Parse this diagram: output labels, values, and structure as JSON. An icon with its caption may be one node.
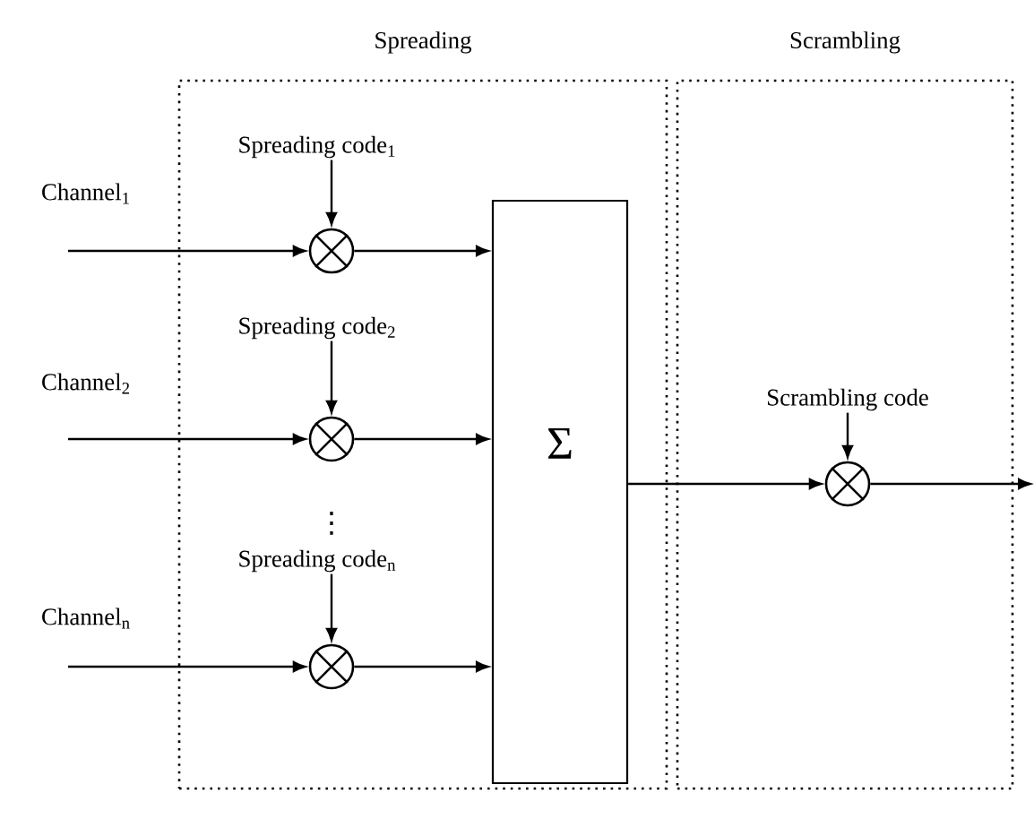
{
  "diagram": {
    "nodes": [
      {
        "text": [
          "Spreading"
        ]
      },
      {
        "text": [
          "Scrambling"
        ]
      },
      {
        "text": [
          "Spreading code$_{1}$"
        ],
        "in": 0
      },
      {
        "text": [
          "Channel$_{1}$"
        ]
      },
      {
        "text": [],
        "shape": "circle",
        "in": 0
      },
      {
        "text": [
          "Spreading code$_{2}$"
        ],
        "in": 0
      },
      {
        "text": [
          "Channel$_{2}$"
        ]
      },
      {
        "text": [],
        "shape": "circle",
        "in": 0
      },
      {
        "text": [
          "Spreading code$_{n}$"
        ],
        "in": 0
      },
      {
        "text": [
          "Channel$_{n}$"
        ]
      },
      {
        "text": [],
        "shape": "circle",
        "in": 0
      },
      {
        "text": [
          "Σ"
        ],
        "in": 0
      },
      {
        "text": [
          "Scrambling code"
        ],
        "in": 1
      },
      {
        "text": [],
        "shape": "circle",
        "in": 1
      }
    ],
    "edges": [
      {
        "from": 3,
        "to": 4,
        "arrow": "to"
      },
      {
        "from": 2,
        "to": 4,
        "arrow": "to"
      },
      {
        "from": 6,
        "to": 7,
        "arrow": "to"
      },
      {
        "from": 5,
        "to": 7,
        "arrow": "to"
      },
      {
        "from": 9,
        "to": 10,
        "arrow": "to"
      },
      {
        "from": 8,
        "to": 10,
        "arrow": "to"
      },
      {
        "from": 4,
        "to": 11,
        "arrow": "to"
      },
      {
        "from": 7,
        "to": 11,
        "arrow": "to"
      },
      {
        "from": 10,
        "to": 11,
        "arrow": "to"
      },
      {
        "from": 11,
        "to": 13,
        "arrow": "to"
      },
      {
        "from": 12,
        "to": 13,
        "arrow": "to"
      },
      {
        "from": 13,
        "to": null,
        "arrow": "to"
      }
    ],
    "labels": [
      "⋮"
    ]
  }
}
